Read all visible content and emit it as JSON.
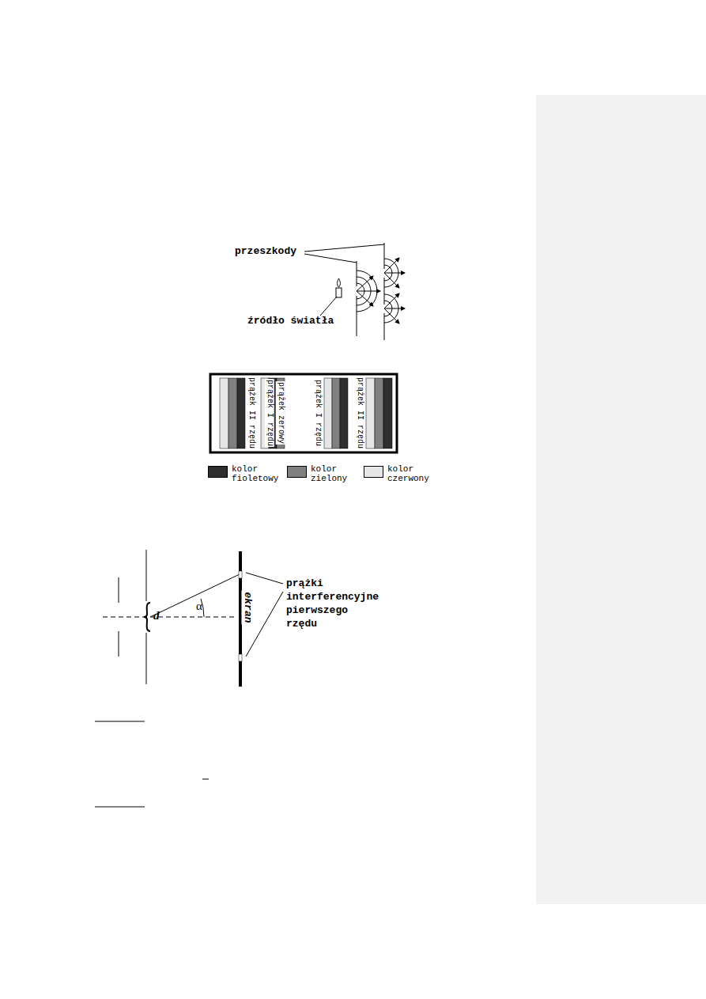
{
  "diagram": {
    "labels": [
      "przeszkody",
      "źródło światła",
      "prążek II rzędu",
      "prążek I rzędu",
      "prążek zerowy",
      "prążek I rzędu",
      "prążek II rzędu",
      "d",
      "α",
      "ekran",
      "prążki interferencyjne pierwszego rzędu"
    ],
    "legend": [
      {
        "text": "kolor fioletowy",
        "color": "#2e2e2e"
      },
      {
        "text": "kolor zielony",
        "color": "#808080"
      },
      {
        "text": "kolor czerwony",
        "color": "#e6e6e6"
      }
    ]
  }
}
